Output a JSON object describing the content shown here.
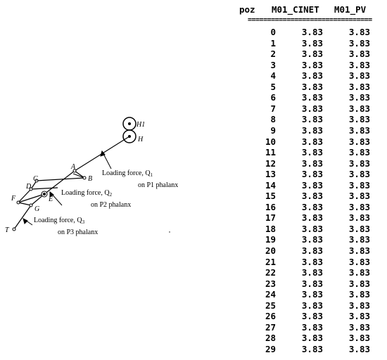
{
  "diagram": {
    "points": [
      "H1",
      "H",
      "A",
      "B",
      "C",
      "D",
      "E",
      "F",
      "G",
      "T"
    ],
    "force_labels": [
      {
        "caption": "Loading force, Q",
        "sub": "1",
        "phalanx": "on P1 phalanx"
      },
      {
        "caption": "Loading force, Q",
        "sub": "2",
        "phalanx": "on P2 phalanx"
      },
      {
        "caption": "Loading force, Q",
        "sub": "3",
        "phalanx": "on P3 phalanx"
      }
    ]
  },
  "table": {
    "headers": [
      "poz",
      "M01_CINET",
      "M01_PV"
    ],
    "separator": "================================",
    "rows": [
      [
        "0",
        "3.83",
        "3.83"
      ],
      [
        "1",
        "3.83",
        "3.83"
      ],
      [
        "2",
        "3.83",
        "3.83"
      ],
      [
        "3",
        "3.83",
        "3.83"
      ],
      [
        "4",
        "3.83",
        "3.83"
      ],
      [
        "5",
        "3.83",
        "3.83"
      ],
      [
        "6",
        "3.83",
        "3.83"
      ],
      [
        "7",
        "3.83",
        "3.83"
      ],
      [
        "8",
        "3.83",
        "3.83"
      ],
      [
        "9",
        "3.83",
        "3.83"
      ],
      [
        "10",
        "3.83",
        "3.83"
      ],
      [
        "11",
        "3.83",
        "3.83"
      ],
      [
        "12",
        "3.83",
        "3.83"
      ],
      [
        "13",
        "3.83",
        "3.83"
      ],
      [
        "14",
        "3.83",
        "3.83"
      ],
      [
        "15",
        "3.83",
        "3.83"
      ],
      [
        "16",
        "3.83",
        "3.83"
      ],
      [
        "17",
        "3.83",
        "3.83"
      ],
      [
        "18",
        "3.83",
        "3.83"
      ],
      [
        "19",
        "3.83",
        "3.83"
      ],
      [
        "20",
        "3.83",
        "3.83"
      ],
      [
        "21",
        "3.83",
        "3.83"
      ],
      [
        "22",
        "3.83",
        "3.83"
      ],
      [
        "23",
        "3.83",
        "3.83"
      ],
      [
        "24",
        "3.83",
        "3.83"
      ],
      [
        "25",
        "3.83",
        "3.83"
      ],
      [
        "26",
        "3.83",
        "3.83"
      ],
      [
        "27",
        "3.83",
        "3.83"
      ],
      [
        "28",
        "3.83",
        "3.83"
      ],
      [
        "29",
        "3.83",
        "3.83"
      ]
    ]
  }
}
